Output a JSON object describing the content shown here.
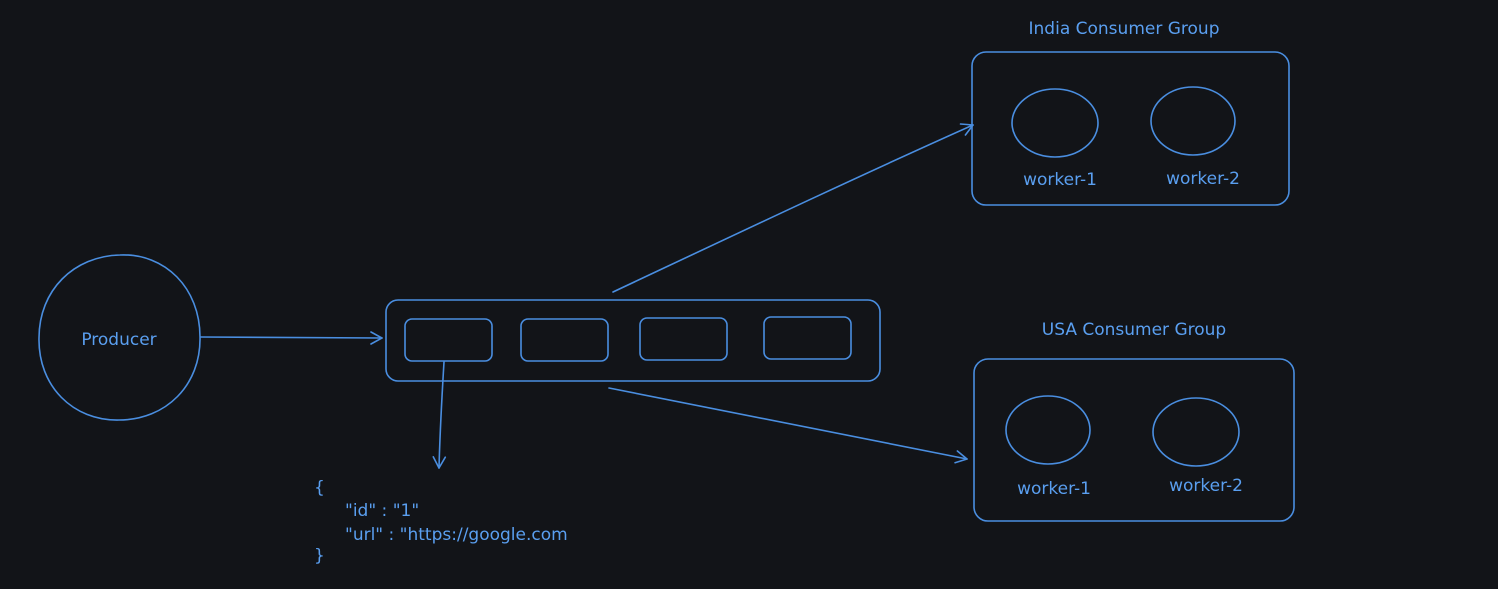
{
  "theme": {
    "background": "#121418",
    "stroke": "#4a8ee0",
    "text": "#5a9ff0"
  },
  "producer": {
    "label": "Producer"
  },
  "queue": {
    "slot_count": 4
  },
  "message": {
    "open_brace": "{",
    "line_id": "\"id\" : \"1\"",
    "line_url": "\"url\" : \"https://google.com",
    "close_brace": "}"
  },
  "india_group": {
    "title": "India Consumer Group",
    "workers": [
      "worker-1",
      "worker-2"
    ]
  },
  "usa_group": {
    "title": "USA Consumer Group",
    "workers": [
      "worker-1",
      "worker-2"
    ]
  },
  "icons": {
    "arrow": "arrow-icon"
  }
}
